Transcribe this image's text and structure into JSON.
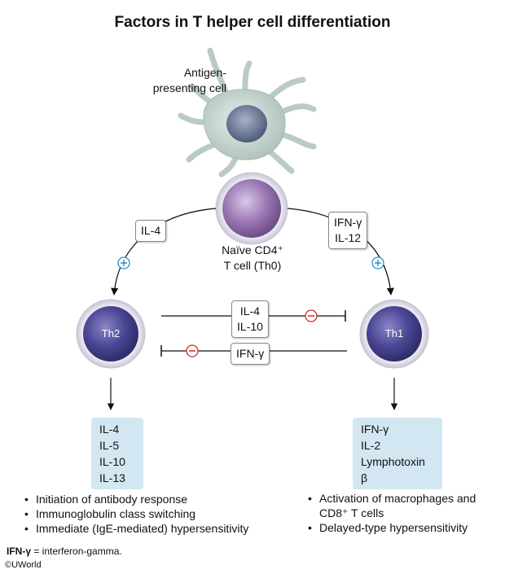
{
  "title": "Factors in T helper cell differentiation",
  "apc_label": [
    "Antigen-",
    "presenting cell"
  ],
  "naive_label": [
    "Naïve CD4⁺",
    "T cell (Th0)"
  ],
  "th2": {
    "name": "Th2",
    "input": [
      "IL-4"
    ],
    "cytokines": [
      "IL-4",
      "IL-5",
      "IL-10",
      "IL-13"
    ],
    "functions": [
      "Initiation of antibody response",
      "Immunoglobulin class switching",
      "Immediate (IgE-mediated) hypersensitivity"
    ]
  },
  "th1": {
    "name": "Th1",
    "input": [
      "IFN-γ",
      "IL-12"
    ],
    "cytokines": [
      "IFN-γ",
      "IL-2",
      "Lymphotoxin β"
    ],
    "functions": [
      "Activation of macrophages and CD8⁺ T cells",
      "Delayed-type hypersensitivity"
    ]
  },
  "inhibition_th2_to_th1": [
    "IL-4",
    "IL-10"
  ],
  "inhibition_th1_to_th2": [
    "IFN-γ"
  ],
  "plus_sign": "+",
  "minus_sign": "−",
  "footnote": {
    "term": "IFN-γ",
    "definition": " = interferon-gamma."
  },
  "copyright": "©UWorld",
  "colors": {
    "apc": "#c9d8d3",
    "naive_cell": "#9c7bb0",
    "effector_cell": "#4a4590",
    "cytokine_box": "#d2e7f2",
    "plus_circle": "#2b8fc0",
    "minus_circle": "#d12a2a"
  }
}
